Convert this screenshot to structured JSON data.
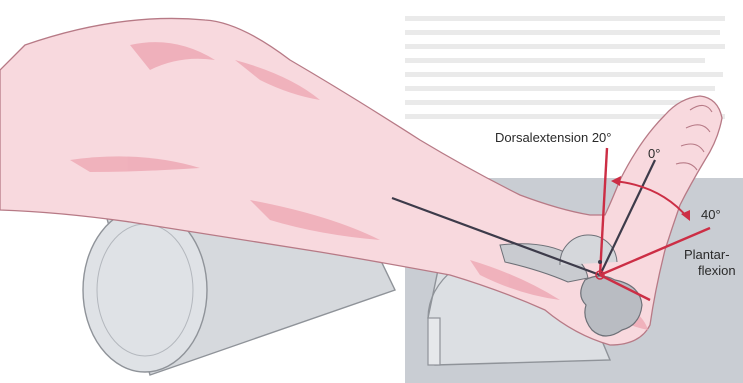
{
  "labels": {
    "dorsal": "Dorsalextension 20°",
    "zero": "0°",
    "forty": "40°",
    "plantar_line1": "Plantar-",
    "plantar_line2": "flexion"
  },
  "colors": {
    "skin": "#f8d9de",
    "skin_shadow": "#eeaab6",
    "skin_outline": "#b77a86",
    "accent_red": "#cc2e45",
    "axis_line": "#3d3b4a",
    "floor_gray": "#c9cdd3",
    "cushion_gray": "#dcdfe3",
    "bone_gray": "#b9bcc2"
  },
  "angles_degrees": {
    "dorsal_extension": 20,
    "neutral": 0,
    "plantar_flexion": 40
  }
}
